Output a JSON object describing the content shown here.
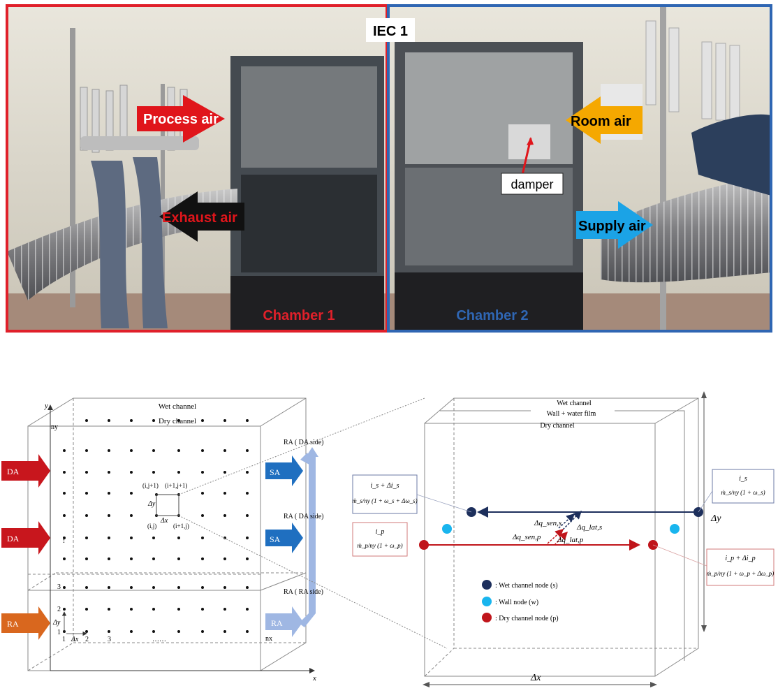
{
  "photo": {
    "title_label": "IEC 1",
    "chamber1_label": "Chamber 1",
    "chamber2_label": "Chamber 2",
    "process_air": "Process air",
    "exhaust_air": "Exhaust air",
    "room_air": "Room air",
    "supply_air": "Supply air",
    "damper": "damper",
    "colors": {
      "chamber1": "#e0202a",
      "chamber2": "#2f66b3",
      "process": "#e0151b",
      "room": "#f5a800",
      "supply": "#1ba3e6",
      "exhaust": "#e0151b"
    }
  },
  "grid_diagram": {
    "y_axis": "y",
    "x_axis": "x",
    "wet_channel": "Wet channel",
    "dry_channel": "Dry channel",
    "ny": "ny",
    "nx": "nx",
    "inlets": [
      "DA",
      "DA",
      "RA"
    ],
    "outlets": [
      "SA",
      "SA",
      "RA"
    ],
    "ra_da_side_1": "RA ( DA side)",
    "ra_da_side_2": "RA ( DA side)",
    "ra_ra_side": "RA ( RA side)",
    "node_ij": "(i,j)",
    "node_i1j": "(i+1,j)",
    "node_ij1": "(i,j+1)",
    "node_i1j1": "(i+1,j+1)",
    "dx": "Δx",
    "dy": "Δy",
    "row3": "3",
    "row2": "2",
    "row1": "1",
    "col1": "1",
    "col2": "2",
    "col3": "3",
    "dots": "……",
    "vdots": "⋮",
    "colors": {
      "da": "#c8161d",
      "ra": "#d9671e",
      "sa": "#1f6fc0",
      "ra_out": "#9fb7e3"
    }
  },
  "cell_diagram": {
    "wet_channel": "Wet channel",
    "wall_film": "Wall + water film",
    "dry_channel": "Dry channel",
    "dx": "Δx",
    "dy": "Δy",
    "box_s_left": {
      "line1": "i_s + Δi_s",
      "line2": "ṁ_s/ny (1 + ω_s + Δω_s)"
    },
    "box_p_left": {
      "line1": "i_p",
      "line2": "ṁ_p/ny (1 + ω_p)"
    },
    "box_s_right": {
      "line1": "i_s",
      "line2": "ṁ_s/ny (1 + ω_s)"
    },
    "box_p_right": {
      "line1": "i_p + Δi_p",
      "line2": "ṁ_p/ny (1 + ω_p + Δω_p)"
    },
    "q_sen_s": "Δq_sen,s",
    "q_lat_s": "Δq_lat,s",
    "q_sen_p": "Δq_sen,p",
    "q_lat_p": "Δq_lat,p",
    "legend": [
      {
        "label": ": Wet channel node (s)",
        "color": "#1d2f5c"
      },
      {
        "label": ": Wall node (w)",
        "color": "#19b5ee"
      },
      {
        "label": ": Dry channel node (p)",
        "color": "#c0151b"
      }
    ]
  }
}
